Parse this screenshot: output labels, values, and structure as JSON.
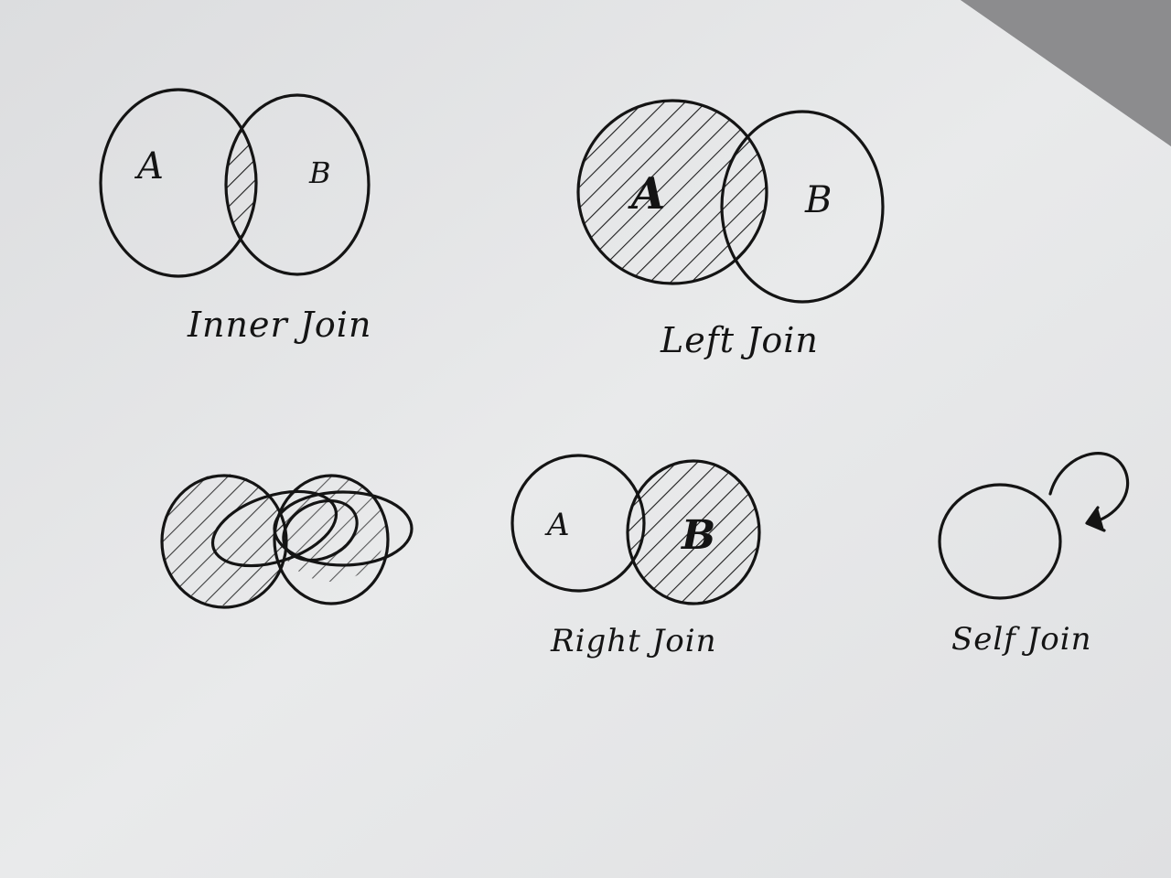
{
  "diagrams": [
    {
      "id": "inner",
      "caption": "Inner Join",
      "set_a": "A",
      "set_b": "B",
      "shaded": "intersection"
    },
    {
      "id": "left",
      "caption": "Left Join",
      "set_a": "A",
      "set_b": "B",
      "shaded": "A"
    },
    {
      "id": "scribble",
      "caption": "",
      "shaded": "partial"
    },
    {
      "id": "right",
      "caption": "Right Join",
      "set_a": "A",
      "set_b": "B",
      "shaded": "B"
    },
    {
      "id": "self",
      "caption": "Self Join",
      "shaded": "none"
    }
  ],
  "colors": {
    "paper": "#e4e5e6",
    "ink": "#141414",
    "background": "#8c8c8e"
  }
}
